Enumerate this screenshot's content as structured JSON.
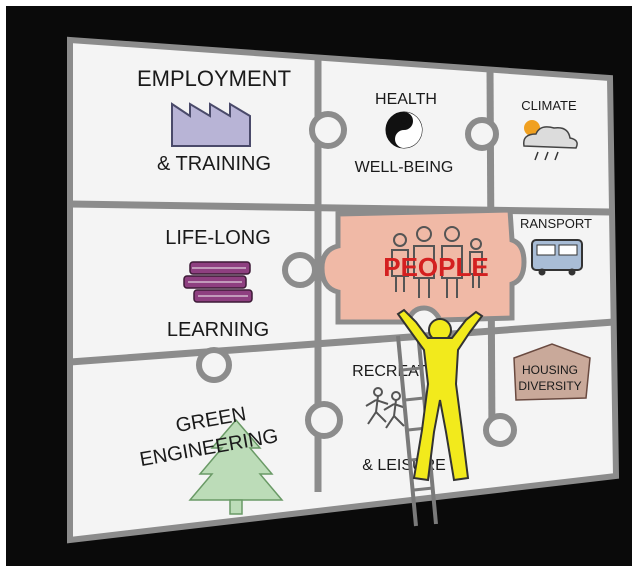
{
  "pieces": {
    "employment_line1": "EMPLOYMENT",
    "employment_line2": "& TRAINING",
    "health_line1": "HEALTH",
    "health_line2": "WELL-BEING",
    "climate": "CLIMATE",
    "lifelong_line1": "LIFE-LONG",
    "lifelong_line2": "LEARNING",
    "people": "PEOPLE",
    "transport": "RANSPORT",
    "recreation_line1": "RECREATION",
    "recreation_line2": "& LEISURE",
    "housing_line1": "HOUSING",
    "housing_line2": "DIVERSITY",
    "green_line1": "GREEN",
    "green_line2": "ENGINEERING"
  },
  "colors": {
    "background": "#0a0a0a",
    "piece_fill": "#f4f4f4",
    "piece_outline": "#8c8c8c",
    "people_piece": "#f0b9a6",
    "people_text": "#d42020",
    "figure_yellow": "#f2ea1c",
    "factory": "#b8b4d6",
    "books": "#8e3f80",
    "tree": "#bcdcb8",
    "house": "#c9a99a"
  }
}
